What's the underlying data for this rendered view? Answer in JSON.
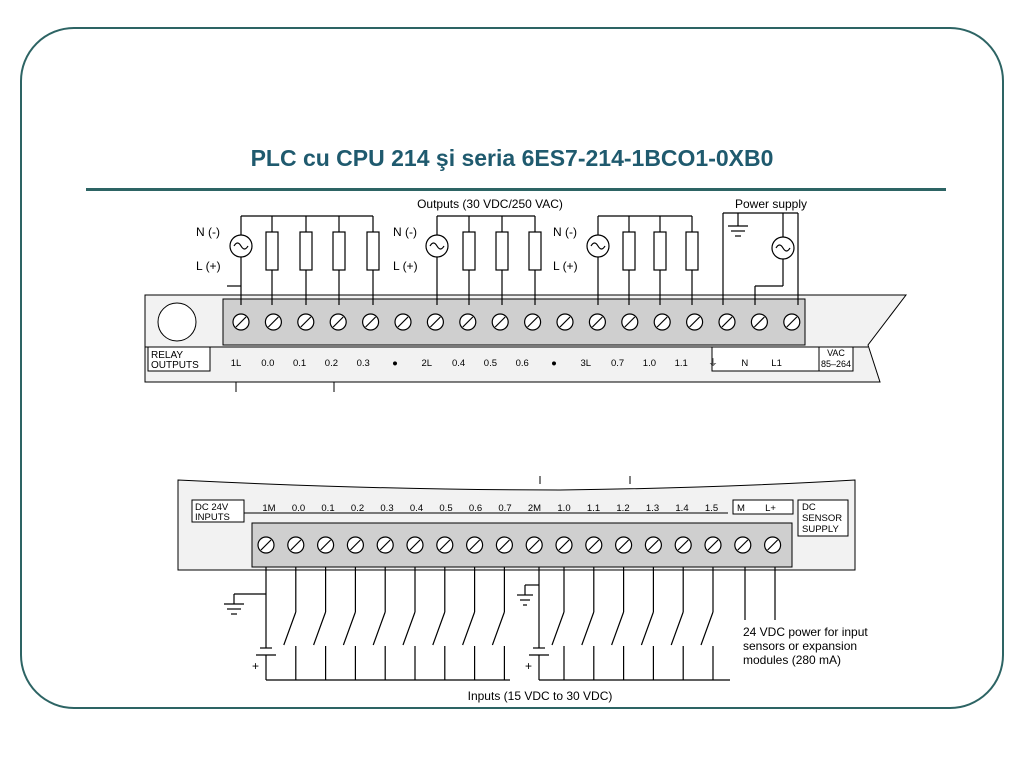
{
  "slide": {
    "title": "PLC cu CPU 214 şi seria 6ES7-214-1BCO1-0XB0"
  },
  "outputs_section": {
    "heading": "Outputs (30 VDC/250 VAC)",
    "power_supply_label": "Power supply",
    "n_label": "N (-)",
    "l_label": "L (+)",
    "module_label_line1": "RELAY",
    "module_label_line2": "OUTPUTS",
    "terminals": [
      "1L",
      "0.0",
      "0.1",
      "0.2",
      "0.3",
      "●",
      "2L",
      "0.4",
      "0.5",
      "0.6",
      "●",
      "3L",
      "0.7",
      "1.0",
      "1.1",
      "⏚",
      "N",
      "L1"
    ],
    "vac_line1": "VAC",
    "vac_line2": "85–264"
  },
  "inputs_section": {
    "module_label_line1": "DC 24V",
    "module_label_line2": "INPUTS",
    "terminals": [
      "1M",
      "0.0",
      "0.1",
      "0.2",
      "0.3",
      "0.4",
      "0.5",
      "0.6",
      "0.7",
      "2M",
      "1.0",
      "1.1",
      "1.2",
      "1.3",
      "1.4",
      "1.5",
      "M",
      "L+"
    ],
    "sensor_line1": "DC",
    "sensor_line2": "SENSOR",
    "sensor_line3": "SUPPLY",
    "note_line1": "24 VDC power for input",
    "note_line2": "sensors or expansion",
    "note_line3": "modules (280 mA)",
    "plus_sign": "+",
    "footer": "Inputs (15 VDC to 30 VDC)"
  },
  "colors": {
    "frame": "#2d6464",
    "title": "#1f5a6e",
    "terminal_strip": "#cfcfcf"
  }
}
